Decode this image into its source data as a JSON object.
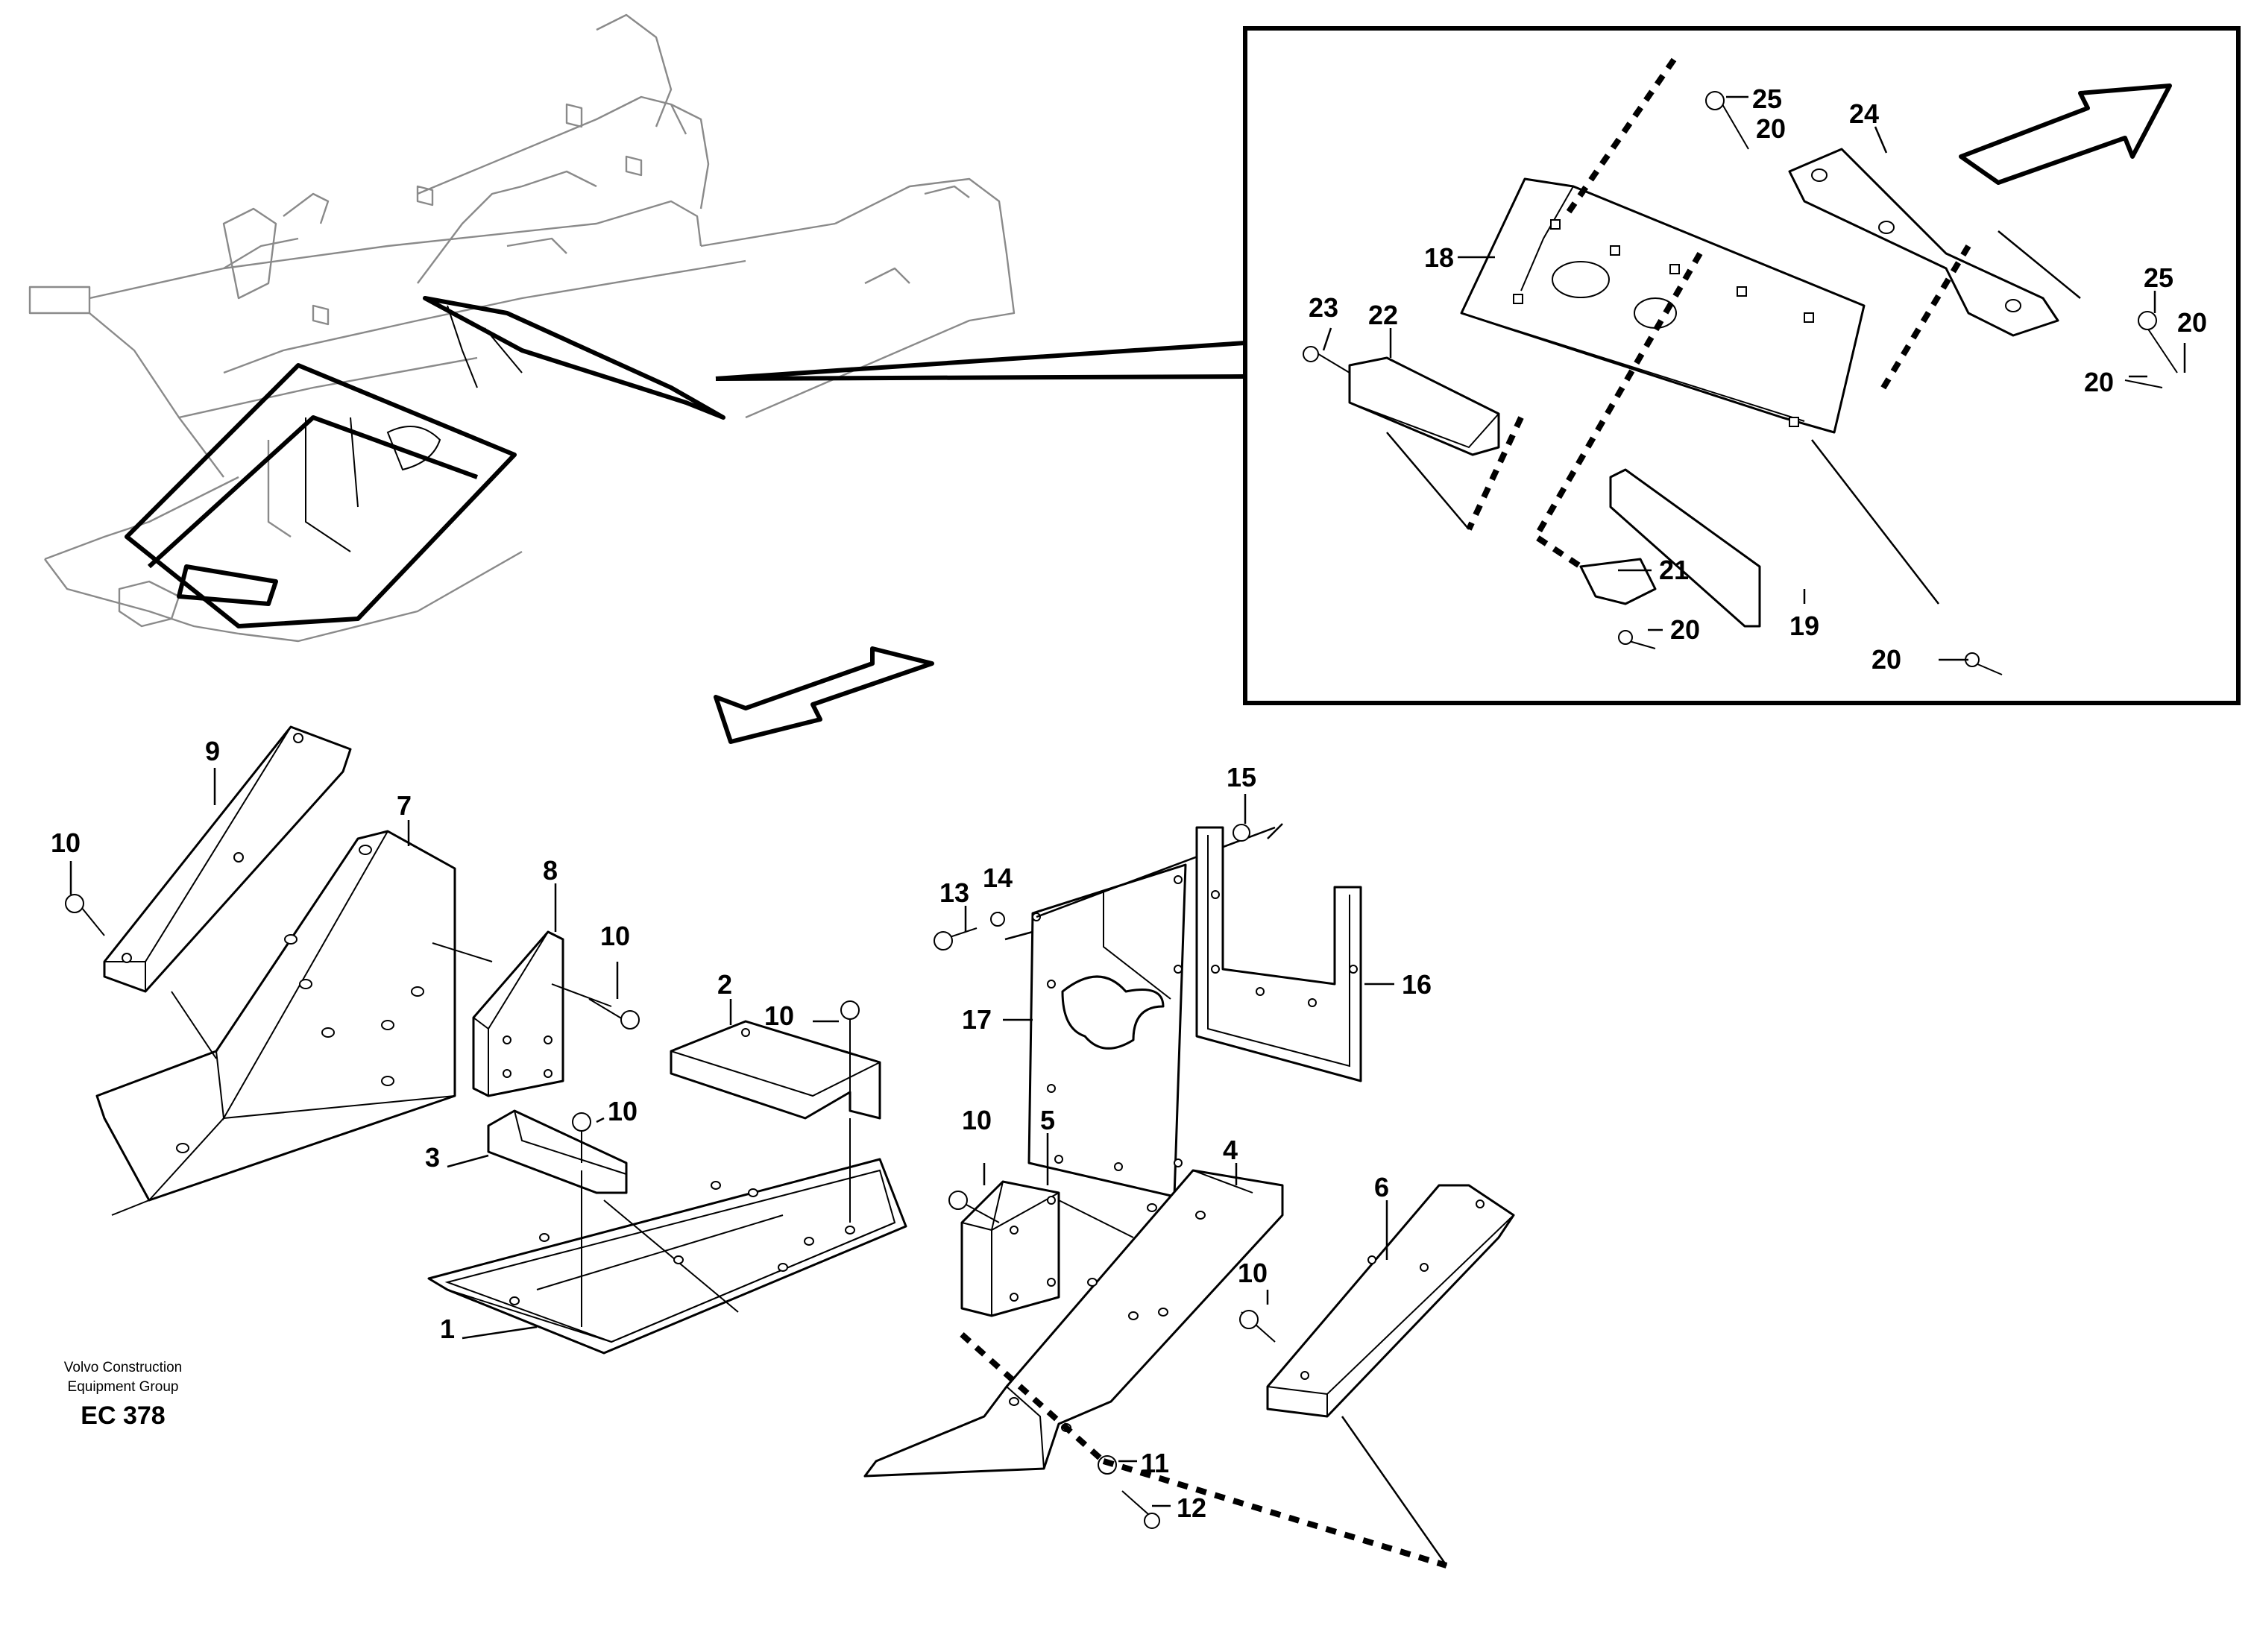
{
  "footer": {
    "company_line1": "Volvo Construction",
    "company_line2": "Equipment Group",
    "code": "EC 378"
  },
  "callouts": {
    "p1": "1",
    "p2": "2",
    "p3": "3",
    "p4": "4",
    "p5": "5",
    "p6": "6",
    "p7": "7",
    "p8": "8",
    "p9": "9",
    "p10a": "10",
    "p10b": "10",
    "p10c": "10",
    "p10d": "10",
    "p10e": "10",
    "p10f": "10",
    "p11": "11",
    "p12": "12",
    "p13": "13",
    "p14": "14",
    "p15": "15",
    "p16": "16",
    "p17": "17",
    "p18": "18",
    "p19": "19",
    "p20a": "20",
    "p20b": "20",
    "p20c": "20",
    "p20d": "20",
    "p20e": "20",
    "p21": "21",
    "p22": "22",
    "p23": "23",
    "p24": "24",
    "p25a": "25",
    "p25b": "25"
  }
}
